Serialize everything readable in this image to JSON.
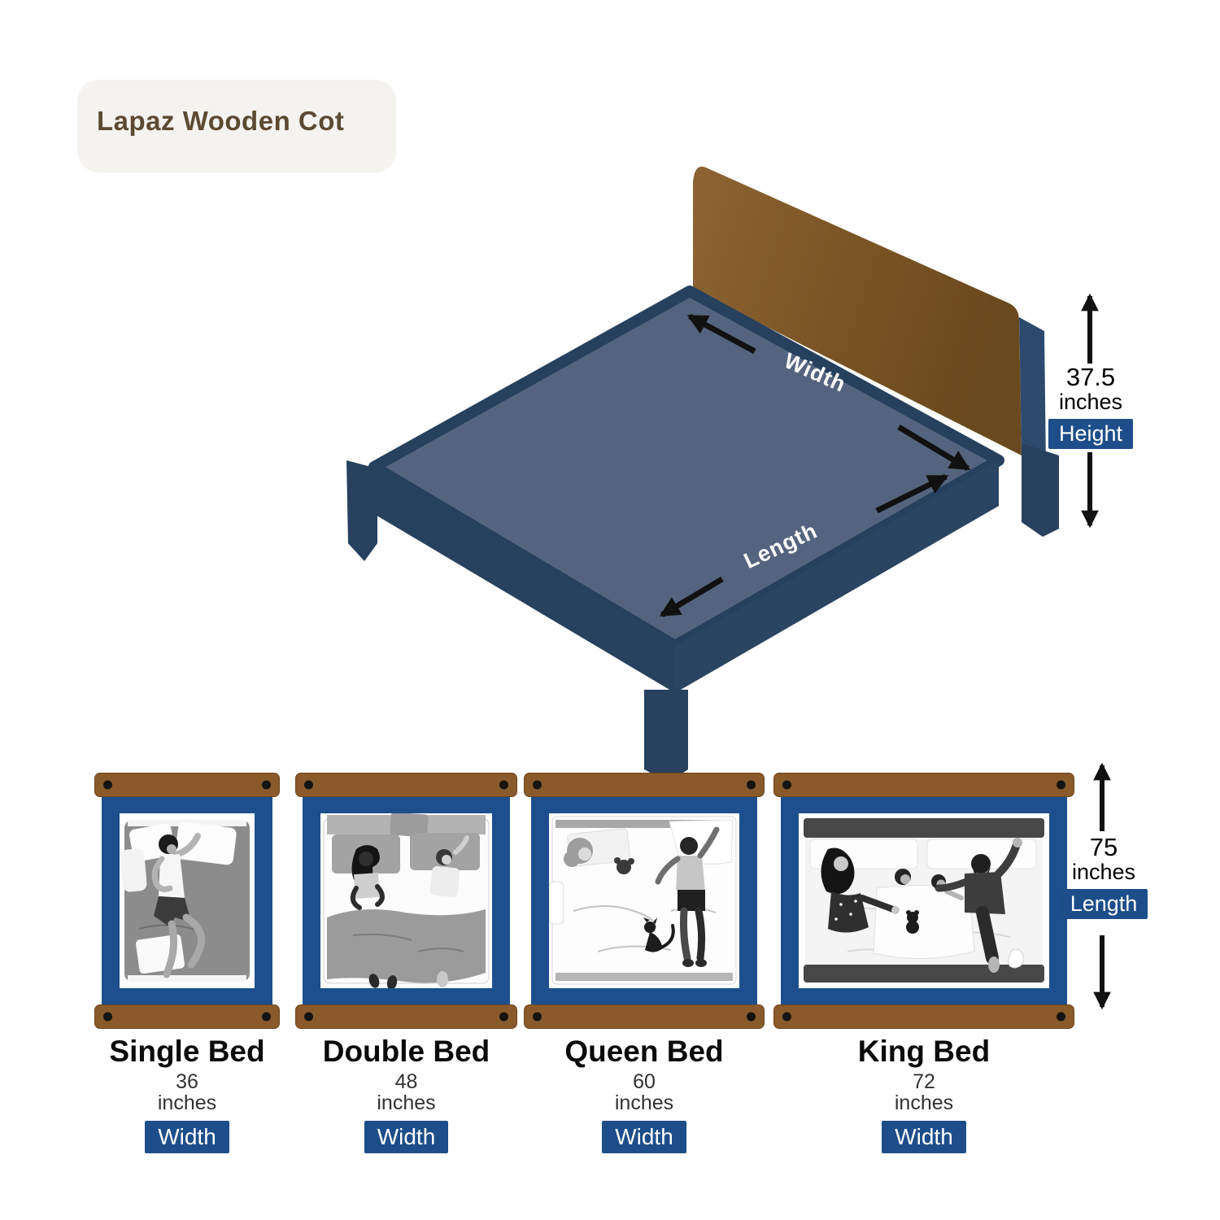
{
  "title": "Lapaz Wooden Cot",
  "bed_diagram": {
    "width_label": "Width",
    "length_label": "Length",
    "height": {
      "value": "37.5",
      "unit": "inches",
      "badge": "Height"
    },
    "length": {
      "value": "75",
      "unit": "inches",
      "badge": "Length"
    }
  },
  "bed_sizes": [
    {
      "name": "Single Bed",
      "value": "36",
      "unit": "inches",
      "badge": "Width"
    },
    {
      "name": "Double Bed",
      "value": "48",
      "unit": "inches",
      "badge": "Width"
    },
    {
      "name": "Queen Bed",
      "value": "60",
      "unit": "inches",
      "badge": "Width"
    },
    {
      "name": "King Bed",
      "value": "72",
      "unit": "inches",
      "badge": "Width"
    }
  ],
  "colors": {
    "badge_blue": "#1d4e89",
    "frame_blue": "#1d4f8e",
    "wood_bar_brown": "#8a5a2a",
    "headboard_brown": "#7a5424",
    "cot_navy": "#27415f",
    "deck_blue_gray": "#55647e",
    "title_brown": "#5c4a32",
    "arrow_black": "#111111"
  }
}
